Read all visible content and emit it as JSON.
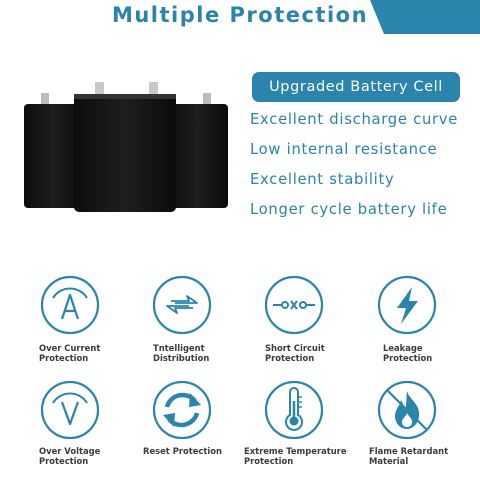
{
  "header": {
    "title": "Multiple Protection"
  },
  "battery_section": {
    "badge": "Upgraded Battery Cell",
    "features": [
      "Excellent discharge curve",
      "Low internal resistance",
      "Excellent stability",
      "Longer cycle battery life"
    ]
  },
  "protections": [
    {
      "icon": "over-current-icon",
      "label": "Over Current\nProtection"
    },
    {
      "icon": "distribution-icon",
      "label": "Tntelligent\nDistribution"
    },
    {
      "icon": "short-circuit-icon",
      "label": "Short Circuit\nProtection"
    },
    {
      "icon": "leakage-icon",
      "label": "Leakage\nProtection"
    },
    {
      "icon": "over-voltage-icon",
      "label": "Over Voltage\nProtection"
    },
    {
      "icon": "reset-icon",
      "label": "Reset Protection"
    },
    {
      "icon": "thermometer-icon",
      "label": "Extreme Temperature\nProtection"
    },
    {
      "icon": "flame-icon",
      "label": "Flame Retardant\nMaterial"
    }
  ],
  "colors": {
    "accent": "#2a84ab",
    "text": "#3c3c3c"
  }
}
